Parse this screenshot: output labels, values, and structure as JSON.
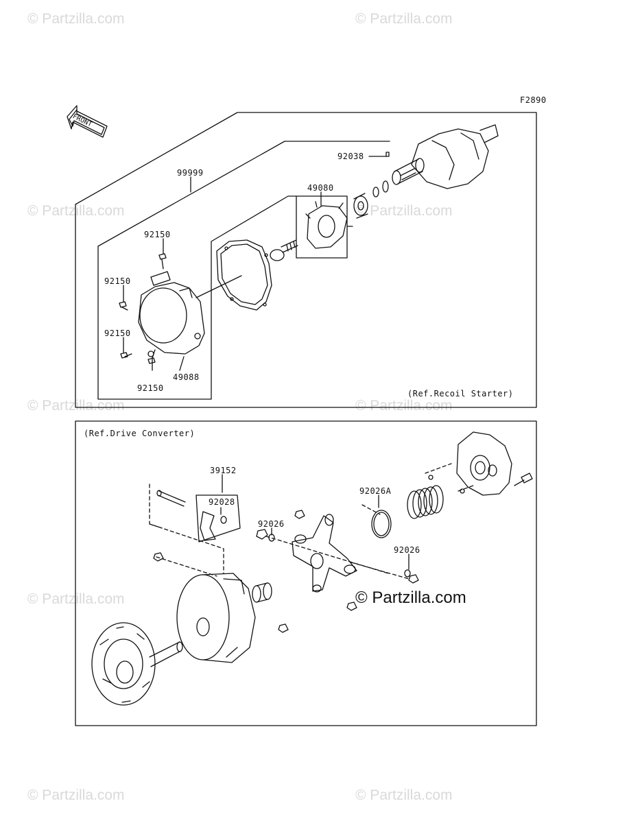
{
  "figure_code": "F2890",
  "front_label": "FRONT",
  "watermark_text": "© Partzilla.com",
  "brand_watermark": "© Partzilla.com",
  "top_panel": {
    "ref_label": "(Ref.Recoil Starter)",
    "parts": {
      "p99999": "99999",
      "p92038": "92038",
      "p49080": "49080",
      "p92150_a": "92150",
      "p92150_b": "92150",
      "p92150_c": "92150",
      "p92150_d": "92150",
      "p49088": "49088"
    }
  },
  "bottom_panel": {
    "ref_label": "(Ref.Drive Converter)",
    "parts": {
      "p39152": "39152",
      "p92028": "92028",
      "p92026A": "92026A",
      "p92026_a": "92026",
      "p92026_b": "92026"
    }
  },
  "colors": {
    "line": "#111111",
    "watermark": "#d9d9d9",
    "background": "#ffffff"
  }
}
